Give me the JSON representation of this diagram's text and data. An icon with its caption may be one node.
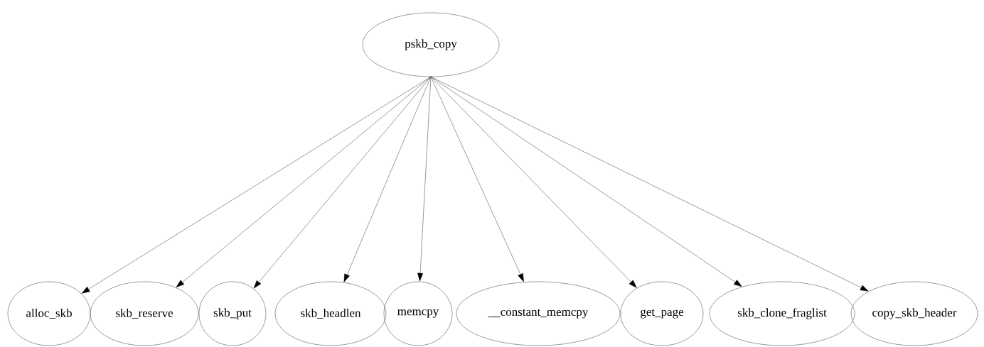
{
  "diagram": {
    "nodes": [
      {
        "text": [
          "pskb_copy"
        ]
      },
      {
        "text": [
          "alloc_skb"
        ]
      },
      {
        "text": [
          "skb_reserve"
        ]
      },
      {
        "text": [
          "skb_put"
        ]
      },
      {
        "text": [
          "skb_headlen"
        ]
      },
      {
        "text": [
          "memcpy"
        ]
      },
      {
        "text": [
          "__constant_memcpy"
        ]
      },
      {
        "text": [
          "get_page"
        ]
      },
      {
        "text": [
          "skb_clone_fraglist"
        ]
      },
      {
        "text": [
          "copy_skb_header"
        ]
      }
    ],
    "edges": [
      {
        "from": 0,
        "to": 1,
        "arrow": "to"
      },
      {
        "from": 0,
        "to": 2,
        "arrow": "to"
      },
      {
        "from": 0,
        "to": 3,
        "arrow": "to"
      },
      {
        "from": 0,
        "to": 4,
        "arrow": "to"
      },
      {
        "from": 0,
        "to": 5,
        "arrow": "to"
      },
      {
        "from": 0,
        "to": 6,
        "arrow": "to"
      },
      {
        "from": 0,
        "to": 7,
        "arrow": "to"
      },
      {
        "from": 0,
        "to": 8,
        "arrow": "to"
      },
      {
        "from": 0,
        "to": 9,
        "arrow": "to"
      }
    ]
  }
}
